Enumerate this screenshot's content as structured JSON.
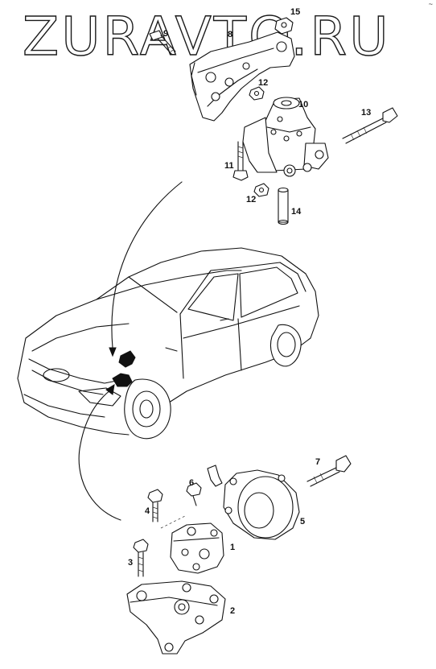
{
  "watermark": "ZURAVTO.RU",
  "corner_mark": "~",
  "callouts": {
    "c1": "1",
    "c2": "2",
    "c3": "3",
    "c4": "4",
    "c5": "5",
    "c6": "6",
    "c7": "7",
    "c8": "8",
    "c9": "9",
    "c10": "10",
    "c11": "11",
    "c12a": "12",
    "c12b": "12",
    "c13": "13",
    "c14": "14",
    "c15": "15"
  },
  "colors": {
    "line": "#111111",
    "background": "#ffffff"
  }
}
